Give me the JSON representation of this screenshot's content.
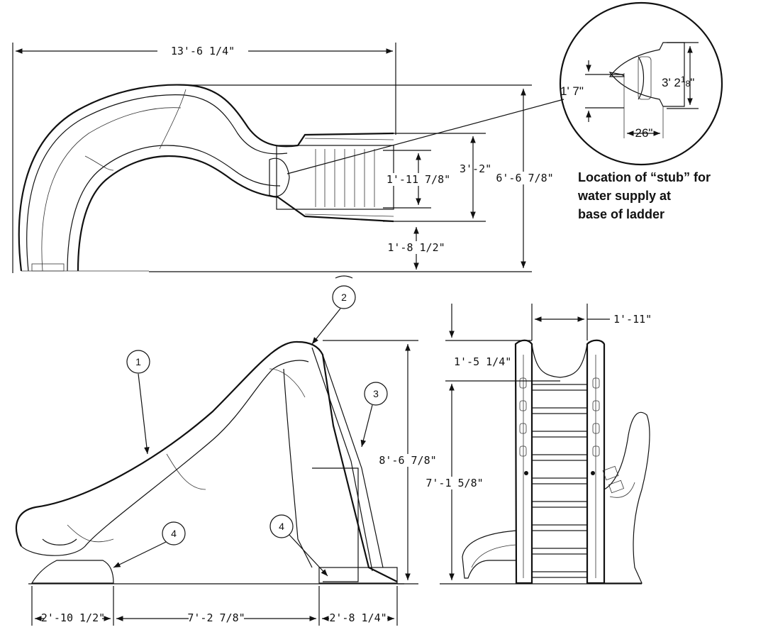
{
  "top_view": {
    "overall_length": "13'-6 1/4\"",
    "overall_depth": "6'-6 7/8\"",
    "ladder_outer_width": "3'-2\"",
    "ladder_inner_width": "1'-11 7/8\"",
    "ladder_offset": "1'-8 1/2\""
  },
  "detail": {
    "width": "3' 2",
    "width_fraction_num": "1",
    "width_fraction_den": "8",
    "width_unit": "\"",
    "stub_offset": "1' 7\"",
    "stub_depth": "26\"",
    "caption_lines": [
      "Location of “stub” for",
      "water supply at",
      "base of ladder"
    ]
  },
  "side_view": {
    "callouts": [
      "1",
      "2",
      "3",
      "4",
      "4"
    ],
    "height": "8'-6 7/8\"",
    "base_left": "2'-10 1/2\"",
    "base_middle": "7'-2 7/8\"",
    "base_right": "2'-8 1/4\""
  },
  "front_view": {
    "top_width": "1'-11\"",
    "top_offset": "1'-5 1/4\"",
    "ladder_height": "7'-1 5/8\""
  }
}
